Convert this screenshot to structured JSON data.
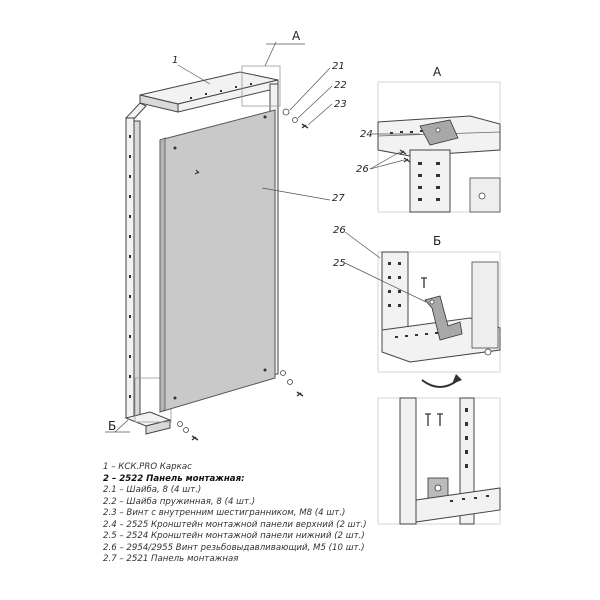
{
  "views": {
    "a": "А",
    "b": "Б"
  },
  "callouts": {
    "c1": "1",
    "c21": "21",
    "c22": "22",
    "c23": "23",
    "c27": "27",
    "c24": "24",
    "c26_top": "26",
    "c26_mid": "26",
    "c25": "25"
  },
  "legend": [
    {
      "text": "1 – КСК.PRO Каркас",
      "bold": false
    },
    {
      "text": "2 – 2522 Панель монтажная:",
      "bold": true
    },
    {
      "text": "2.1 – Шайба, 8 (4 шт.)",
      "bold": false
    },
    {
      "text": "2.2 – Шайба пружинная, 8 (4 шт.)",
      "bold": false
    },
    {
      "text": "2.3 – Винт с внутренним шестигранником, М8 (4 шт.)",
      "bold": false
    },
    {
      "text": "2.4 – 2525 Кронштейн монтажной панели верхний (2 шт.)",
      "bold": false
    },
    {
      "text": "2.5 – 2524 Кронштейн монтажной панели нижний (2 шт.)",
      "bold": false
    },
    {
      "text": "2.6 – 2954/2955 Винт резьбовыдавливающий, М5 (10 шт.)",
      "bold": false
    },
    {
      "text": "2.7 – 2521 Панель монтажная",
      "bold": false
    }
  ]
}
